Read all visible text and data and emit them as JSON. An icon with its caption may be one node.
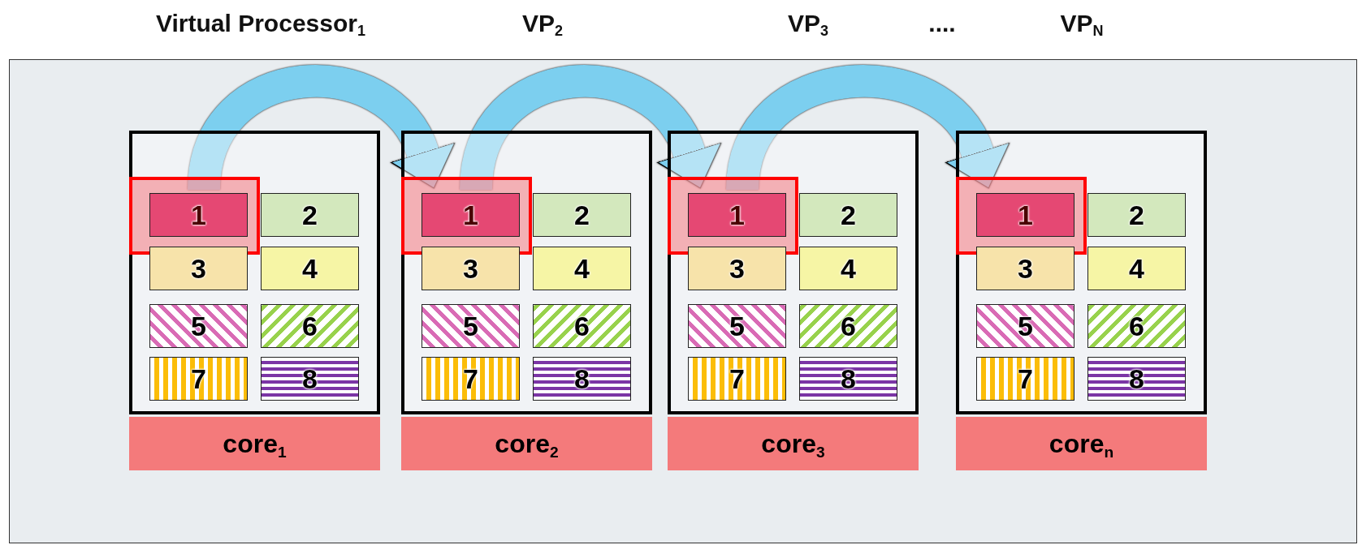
{
  "diagram": {
    "nodes": [
      {
        "text": [],
        "shape": "box"
      },
      {
        "text": [
          "1"
        ],
        "in": 0
      },
      {
        "text": [
          "2"
        ],
        "in": 0
      },
      {
        "text": [
          "3"
        ],
        "in": 0
      },
      {
        "text": [
          "4"
        ],
        "in": 0
      },
      {
        "text": [
          "5"
        ],
        "in": 0
      },
      {
        "text": [
          "6"
        ],
        "in": 0
      },
      {
        "text": [
          "7"
        ],
        "in": 0
      },
      {
        "text": [
          "8"
        ],
        "in": 0
      },
      {
        "text": [
          "core$_{1}$"
        ]
      },
      {
        "text": [],
        "shape": "box"
      },
      {
        "text": [
          "1"
        ],
        "in": 10
      },
      {
        "text": [
          "2"
        ],
        "in": 10
      },
      {
        "text": [
          "3"
        ],
        "in": 10
      },
      {
        "text": [
          "4"
        ],
        "in": 10
      },
      {
        "text": [
          "5"
        ],
        "in": 10
      },
      {
        "text": [
          "6"
        ],
        "in": 10
      },
      {
        "text": [
          "7"
        ],
        "in": 10
      },
      {
        "text": [
          "8"
        ],
        "in": 10
      },
      {
        "text": [
          "core$_{2}$"
        ]
      },
      {
        "text": [],
        "shape": "box"
      },
      {
        "text": [
          "1"
        ],
        "in": 20
      },
      {
        "text": [
          "2"
        ],
        "in": 20
      },
      {
        "text": [
          "3"
        ],
        "in": 20
      },
      {
        "text": [
          "4"
        ],
        "in": 20
      },
      {
        "text": [
          "5"
        ],
        "in": 20
      },
      {
        "text": [
          "6"
        ],
        "in": 20
      },
      {
        "text": [
          "7"
        ],
        "in": 20
      },
      {
        "text": [
          "8"
        ],
        "in": 20
      },
      {
        "text": [
          "core$_{3}$"
        ]
      },
      {
        "text": [],
        "shape": "box"
      },
      {
        "text": [
          "1"
        ],
        "in": 30
      },
      {
        "text": [
          "2"
        ],
        "in": 30
      },
      {
        "text": [
          "3"
        ],
        "in": 30
      },
      {
        "text": [
          "4"
        ],
        "in": 30
      },
      {
        "text": [
          "5"
        ],
        "in": 30
      },
      {
        "text": [
          "6"
        ],
        "in": 30
      },
      {
        "text": [
          "7"
        ],
        "in": 30
      },
      {
        "text": [
          "8"
        ],
        "in": 30
      },
      {
        "text": [
          "core$_{n}$"
        ]
      }
    ],
    "edges": [
      {
        "from": 1,
        "to": 11,
        "arrow": "to"
      },
      {
        "from": 11,
        "to": 21,
        "arrow": "to"
      },
      {
        "from": 21,
        "to": 31,
        "arrow": "to"
      }
    ],
    "labels": [
      "Virtual Processor$_{1}$",
      "VP$_{2}$",
      "VP$_{3}$",
      "....",
      "VP$_{N}$"
    ]
  }
}
